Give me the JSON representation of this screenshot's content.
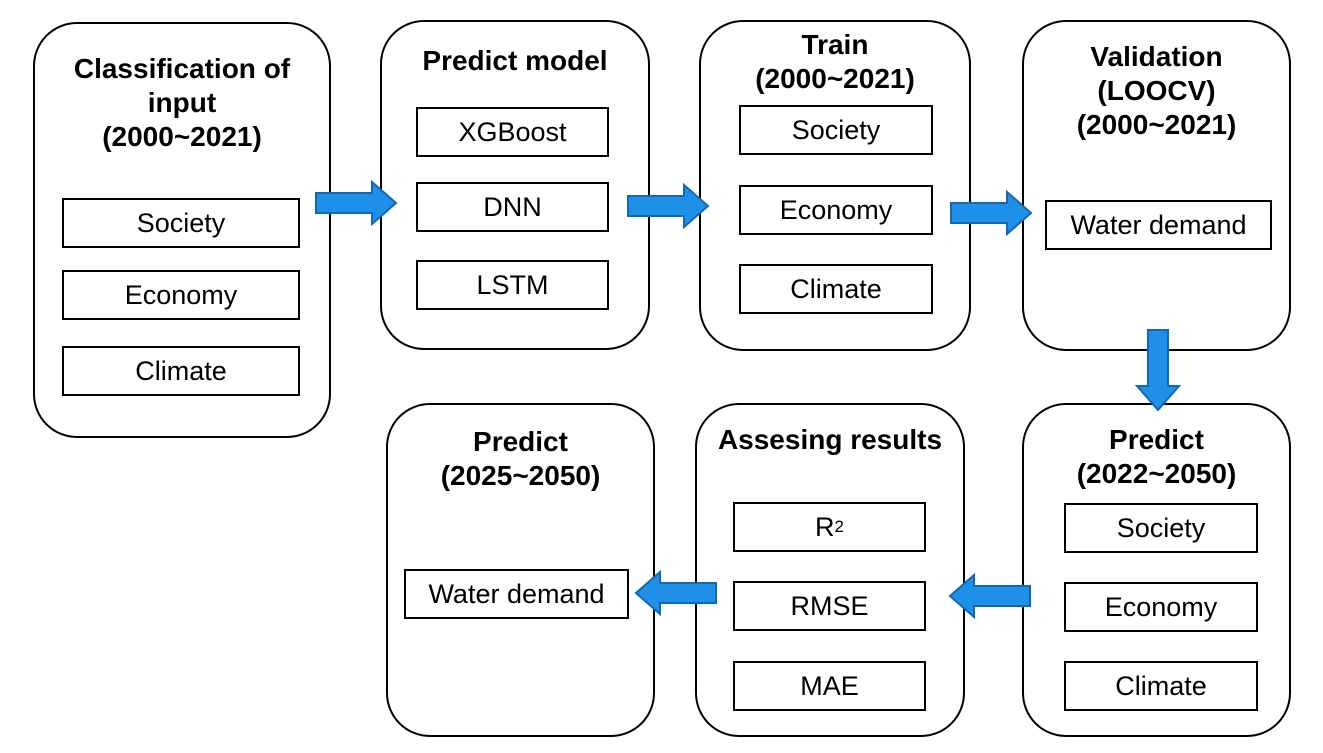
{
  "colors": {
    "arrow": "#1E90E8",
    "arrow_stroke": "#1268B8",
    "border": "#000000"
  },
  "stages": {
    "classification": {
      "title": [
        "Classification of",
        "input",
        "(2000~2021)"
      ],
      "items": [
        "Society",
        "Economy",
        "Climate"
      ]
    },
    "predict_model": {
      "title": [
        "Predict model"
      ],
      "items": [
        "XGBoost",
        "DNN",
        "LSTM"
      ]
    },
    "train": {
      "title": [
        "Train",
        "(2000~2021)"
      ],
      "items": [
        "Society",
        "Economy",
        "Climate"
      ]
    },
    "validation": {
      "title": [
        "Validation",
        "(LOOCV)",
        "(2000~2021)"
      ],
      "items": [
        "Water demand"
      ]
    },
    "predict_inputs": {
      "title": [
        "Predict",
        "(2022~2050)"
      ],
      "items": [
        "Society",
        "Economy",
        "Climate"
      ]
    },
    "assessing": {
      "title": [
        "Assesing results"
      ],
      "items": [
        {
          "base": "R",
          "sup": "2"
        },
        "RMSE",
        "MAE"
      ]
    },
    "predict_output": {
      "title": [
        "Predict",
        "(2025~2050)"
      ],
      "items": [
        "Water demand"
      ]
    }
  },
  "arrows": [
    {
      "from": "classification",
      "to": "predict_model",
      "direction": "right"
    },
    {
      "from": "predict_model",
      "to": "train",
      "direction": "right"
    },
    {
      "from": "train",
      "to": "validation",
      "direction": "right"
    },
    {
      "from": "validation",
      "to": "predict_inputs",
      "direction": "down"
    },
    {
      "from": "predict_inputs",
      "to": "assessing",
      "direction": "left"
    },
    {
      "from": "assessing",
      "to": "predict_output",
      "direction": "left"
    }
  ]
}
